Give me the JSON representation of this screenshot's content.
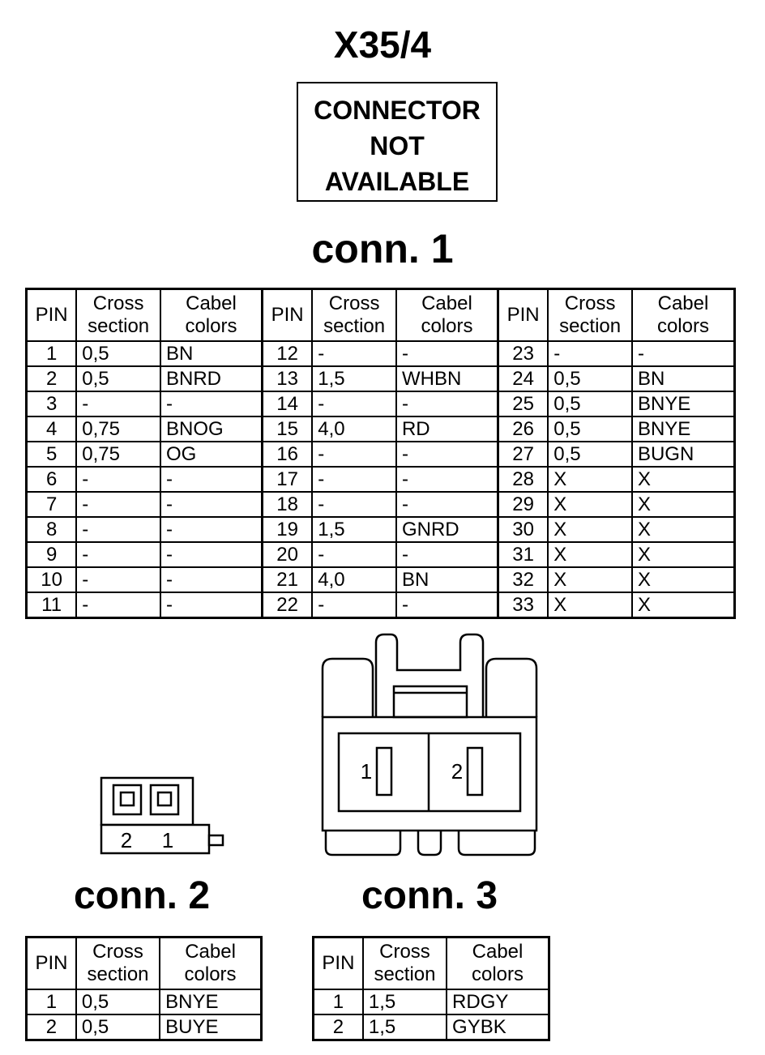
{
  "title": "X35/4",
  "notice": [
    "CONNECTOR",
    "NOT",
    "AVAILABLE"
  ],
  "headers": {
    "pin": "PIN",
    "cross": [
      "Cross",
      "section"
    ],
    "cabel": [
      "Cabel",
      "colors"
    ]
  },
  "conn1": {
    "label": "conn. 1",
    "rows": [
      [
        [
          "1",
          "0,5",
          "BN"
        ],
        [
          "12",
          "-",
          "-"
        ],
        [
          "23",
          "-",
          "-"
        ]
      ],
      [
        [
          "2",
          "0,5",
          "BNRD"
        ],
        [
          "13",
          "1,5",
          "WHBN"
        ],
        [
          "24",
          "0,5",
          "BN"
        ]
      ],
      [
        [
          "3",
          "-",
          "-"
        ],
        [
          "14",
          "-",
          "-"
        ],
        [
          "25",
          "0,5",
          "BNYE"
        ]
      ],
      [
        [
          "4",
          "0,75",
          "BNOG"
        ],
        [
          "15",
          "4,0",
          "RD"
        ],
        [
          "26",
          "0,5",
          "BNYE"
        ]
      ],
      [
        [
          "5",
          "0,75",
          "OG"
        ],
        [
          "16",
          "-",
          "-"
        ],
        [
          "27",
          "0,5",
          "BUGN"
        ]
      ],
      [
        [
          "6",
          "-",
          "-"
        ],
        [
          "17",
          "-",
          "-"
        ],
        [
          "28",
          "X",
          "X"
        ]
      ],
      [
        [
          "7",
          "-",
          "-"
        ],
        [
          "18",
          "-",
          "-"
        ],
        [
          "29",
          "X",
          "X"
        ]
      ],
      [
        [
          "8",
          "-",
          "-"
        ],
        [
          "19",
          "1,5",
          "GNRD"
        ],
        [
          "30",
          "X",
          "X"
        ]
      ],
      [
        [
          "9",
          "-",
          "-"
        ],
        [
          "20",
          "-",
          "-"
        ],
        [
          "31",
          "X",
          "X"
        ]
      ],
      [
        [
          "10",
          "-",
          "-"
        ],
        [
          "21",
          "4,0",
          "BN"
        ],
        [
          "32",
          "X",
          "X"
        ]
      ],
      [
        [
          "11",
          "-",
          "-"
        ],
        [
          "22",
          "-",
          "-"
        ],
        [
          "33",
          "X",
          "X"
        ]
      ]
    ]
  },
  "conn2": {
    "label": "conn. 2",
    "pin_numbers": [
      "2",
      "1"
    ],
    "rows": [
      [
        "1",
        "0,5",
        "BNYE"
      ],
      [
        "2",
        "0,5",
        "BUYE"
      ]
    ]
  },
  "conn3": {
    "label": "conn. 3",
    "pin_numbers": [
      "1",
      "2"
    ],
    "rows": [
      [
        "1",
        "1,5",
        "RDGY"
      ],
      [
        "2",
        "1,5",
        "GYBK"
      ]
    ]
  }
}
